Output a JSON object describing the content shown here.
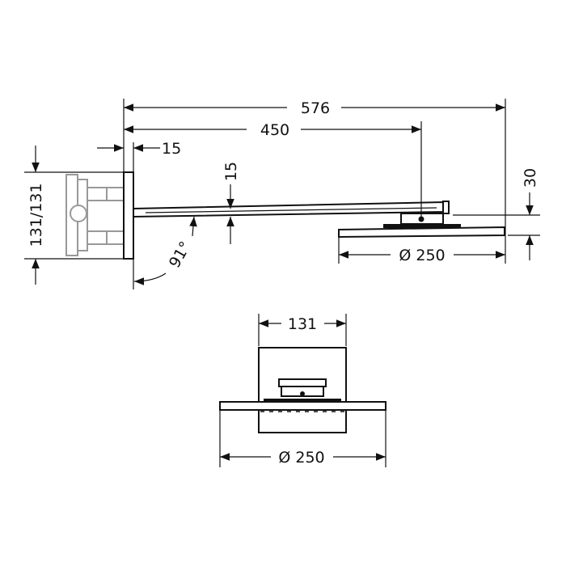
{
  "drawing": {
    "side_view": {
      "overall_length": "576",
      "arm_length": "450",
      "plate_thickness": "15",
      "valve_height": "131/131",
      "arm_thickness": "15",
      "arm_angle": "91°",
      "head_height": "30",
      "head_diameter": "Ø 250"
    },
    "top_view": {
      "plate_width": "131",
      "head_diameter": "Ø 250"
    }
  }
}
